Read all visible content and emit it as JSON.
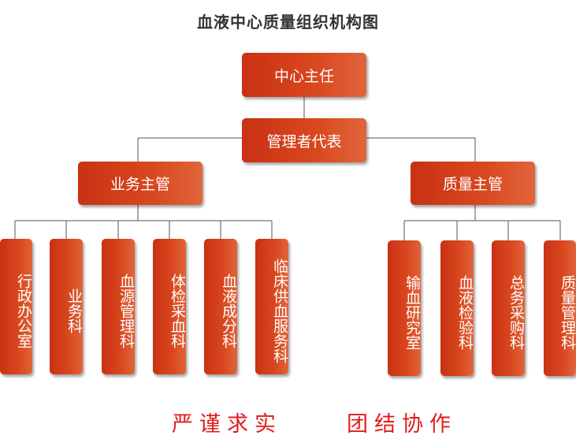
{
  "title": "血液中心质量组织机构图",
  "top": {
    "director": "中心主任",
    "representative": "管理者代表"
  },
  "branches": {
    "business": {
      "label": "业务主管",
      "departments": [
        "行政办公室",
        "业务科",
        "血源管理科",
        "体检采血科",
        "血液成分科",
        "临床供血服务科"
      ]
    },
    "quality": {
      "label": "质量主管",
      "departments": [
        "输血研究室",
        "血液检验科",
        "总务采购科",
        "质量管理科"
      ]
    }
  },
  "slogans": [
    "严谨求实",
    "团结协作"
  ],
  "colors": {
    "node": "#d4411a",
    "line": "#555555",
    "slogan": "#e21b1b"
  }
}
